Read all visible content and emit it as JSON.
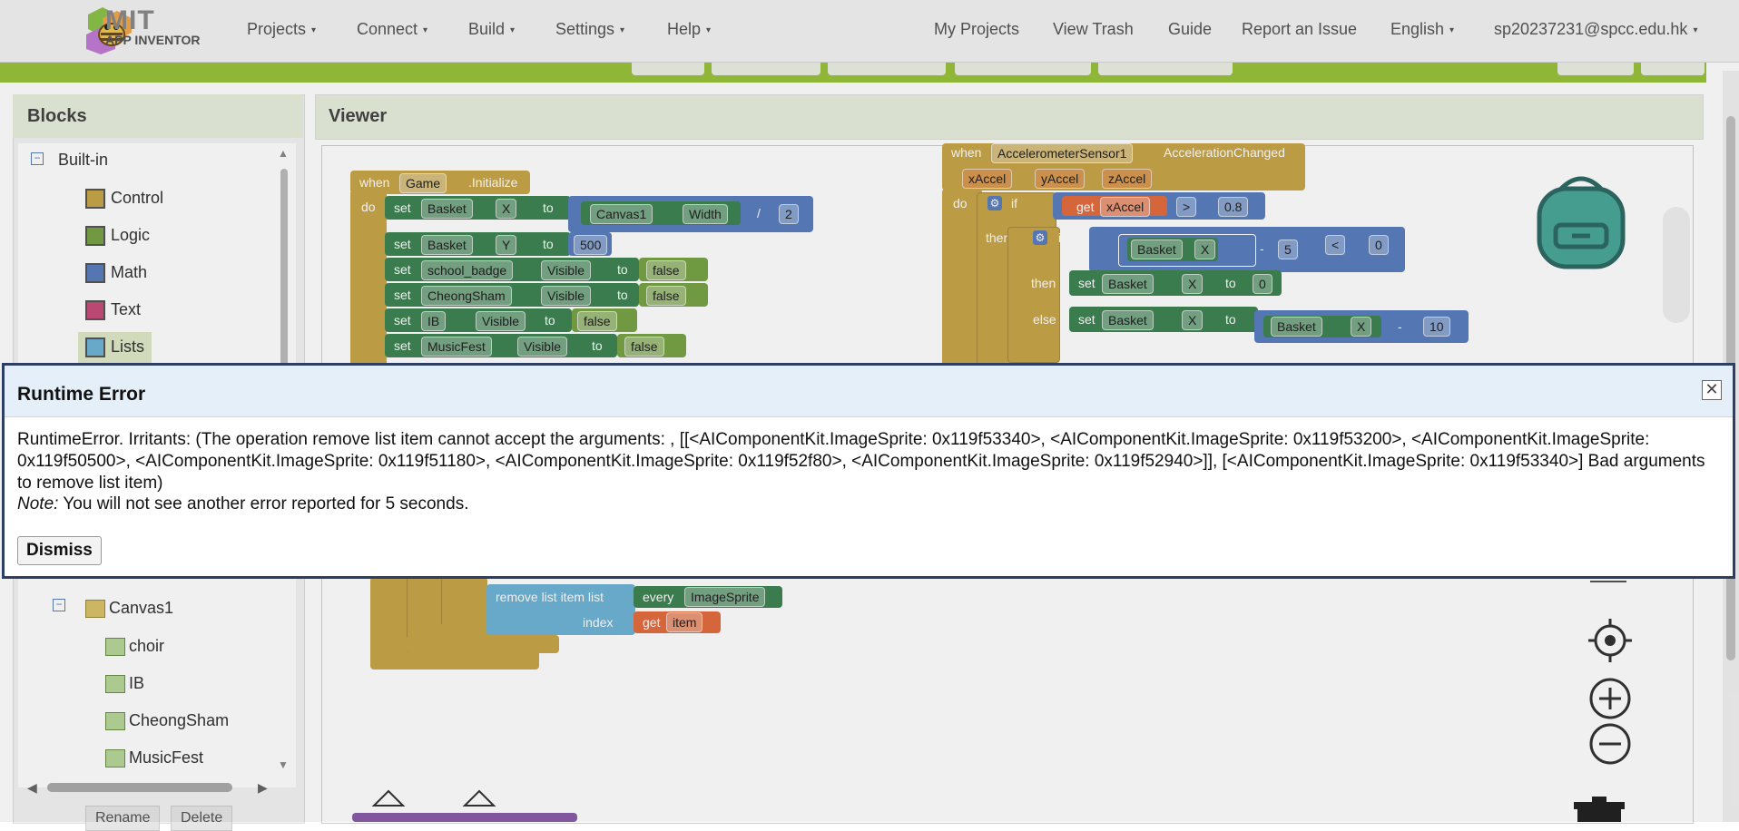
{
  "header": {
    "logo_main": "MIT",
    "logo_sub": "APP INVENTOR",
    "menus": [
      "Projects",
      "Connect",
      "Build",
      "Settings",
      "Help"
    ],
    "right_links": [
      "My Projects",
      "View Trash",
      "Guide",
      "Report an Issue"
    ],
    "language": "English",
    "account": "sp20237231@spcc.edu.hk",
    "caret": "▾"
  },
  "blocks_panel": {
    "title": "Blocks",
    "builtin_label": "Built-in",
    "categories": [
      {
        "label": "Control",
        "color": "#c8a54a"
      },
      {
        "label": "Logic",
        "color": "#78a347"
      },
      {
        "label": "Math",
        "color": "#5a7fbf"
      },
      {
        "label": "Text",
        "color": "#c64d7a"
      },
      {
        "label": "Lists",
        "color": "#6fb3d6"
      }
    ],
    "components": [
      "Canvas1",
      "choir",
      "IB",
      "CheongSham",
      "MusicFest"
    ],
    "buttons": [
      "Rename",
      "Delete"
    ]
  },
  "viewer": {
    "title": "Viewer",
    "game_init": {
      "when": "when",
      "component": "Game",
      "event": ".Initialize",
      "do": "do",
      "set": "set",
      "to": "to",
      "row1": {
        "comp": "Basket",
        "prop": "X",
        "canvas": "Canvas1",
        "canvas_prop": "Width",
        "op": "/",
        "num": "2"
      },
      "row2": {
        "comp": "Basket",
        "prop": "Y",
        "num": "500"
      },
      "row3": {
        "comp": "school_badge",
        "prop": "Visible",
        "val": "false"
      },
      "row4": {
        "comp": "CheongSham",
        "prop": "Visible",
        "val": "false"
      },
      "row5": {
        "comp": "IB",
        "prop": "Visible",
        "val": "false"
      },
      "row6": {
        "comp": "MusicFest",
        "prop": "Visible",
        "val": "false"
      }
    },
    "accel": {
      "when": "when",
      "component": "AccelerometerSensor1",
      "event": "AccelerationChanged",
      "params": [
        "xAccel",
        "yAccel",
        "zAccel"
      ],
      "do": "do",
      "if": "if",
      "then": "then",
      "else": "else",
      "get": "get",
      "get_var": "xAccel",
      "cmp": ">",
      "threshold": "0.8",
      "inner_comp": "Basket",
      "inner_prop": "X",
      "minus": "-",
      "inner_num": "5",
      "lt": "<",
      "zero": "0",
      "then_set_num": "0",
      "else_num": "10"
    },
    "remove_block": {
      "label": "remove list item  list",
      "every": "every",
      "type": "ImageSprite",
      "index": "index",
      "get": "get",
      "var": "item"
    }
  },
  "modal": {
    "title": "Runtime Error",
    "close_glyph": "✕",
    "message": "RuntimeError. Irritants: (The operation remove list item cannot accept the arguments: , [[<AIComponentKit.ImageSprite: 0x119f53340>, <AIComponentKit.ImageSprite: 0x119f53200>, <AIComponentKit.ImageSprite: 0x119f50500>, <AIComponentKit.ImageSprite: 0x119f51180>, <AIComponentKit.ImageSprite: 0x119f52f80>, <AIComponentKit.ImageSprite: 0x119f52940>]], [<AIComponentKit.ImageSprite: 0x119f53340>] Bad arguments to remove list item)",
    "note_label": "Note:",
    "note_text": " You will not see another error reported for 5 seconds.",
    "dismiss": "Dismiss"
  },
  "colors": {
    "accent_green": "#9ac23c",
    "control": "#c8a54a",
    "component": "#3f8454",
    "math": "#5a7fbf",
    "variable": "#e36c3f",
    "logic": "#78a347",
    "list": "#6fb3d6",
    "modal_border": "#2c3e63"
  }
}
